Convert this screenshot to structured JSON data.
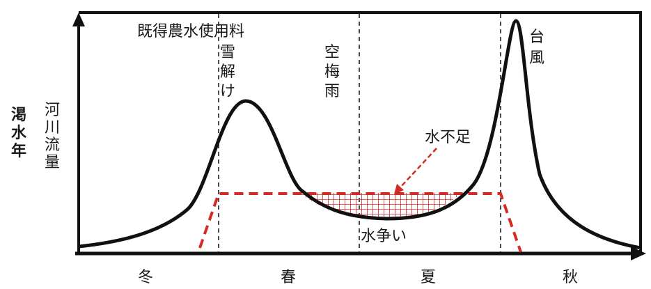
{
  "diagram": {
    "ylabel_left": "渇水年",
    "ylabel_right": "河川流量",
    "seasons": [
      "冬",
      "春",
      "夏",
      "秋"
    ],
    "labels": {
      "agri_water": "既得農水使用料",
      "snowmelt": "雪解け",
      "rainy_season": "空梅雨",
      "typhoon": "台風",
      "shortage": "水不足",
      "conflict": "水争い"
    },
    "colors": {
      "flow_line": "#111111",
      "demand_line": "#d42a24",
      "shortage_hatch": "#d42a24",
      "frame": "#111111"
    }
  }
}
